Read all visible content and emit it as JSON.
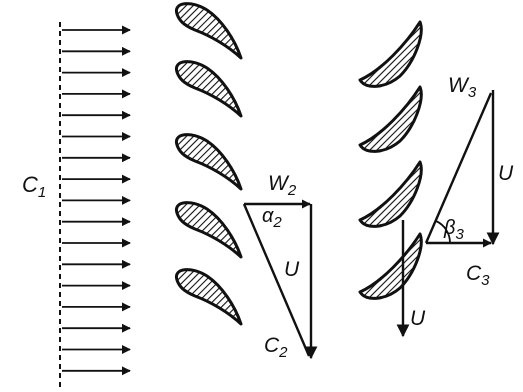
{
  "labels": {
    "c1_main": "C",
    "c1_sub": "1",
    "w2_main": "W",
    "w2_sub": "2",
    "a2_main": "α",
    "a2_sub": "2",
    "u_left": "U",
    "c2_main": "C",
    "c2_sub": "2",
    "w3_main": "W",
    "w3_sub": "3",
    "u_right": "U",
    "b3_main": "β",
    "b3_sub": "3",
    "c3_main": "C",
    "c3_sub": "3",
    "u_bottom": "U"
  },
  "colors": {
    "ink": "#111111",
    "background": "#ffffff"
  }
}
